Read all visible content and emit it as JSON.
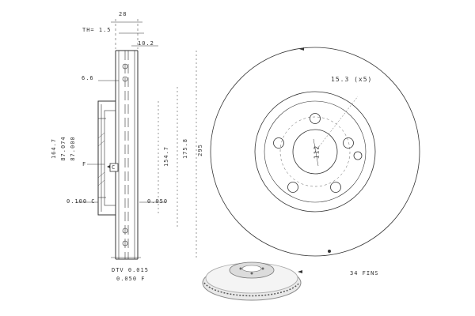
{
  "drawing": {
    "dims": {
      "width_28": "28",
      "th": "TH= 1.5",
      "d_10_2": "10.2",
      "d_6_6": "6.6",
      "d_164_7": "164.7",
      "d_87_074": "87.074",
      "d_87_000": "87.000",
      "datum_f": "F",
      "datum_c": "C",
      "tol_left": "0.100 C",
      "tol_right": "0.050",
      "d_154_7": "154.7",
      "d_175_8": "175.8",
      "d_295": "295",
      "dtv": "DTV 0.015",
      "runout": "0.050 F"
    },
    "face": {
      "holes": "15.3 (x5)",
      "pcd": "112",
      "fins": "34 FINS"
    }
  }
}
